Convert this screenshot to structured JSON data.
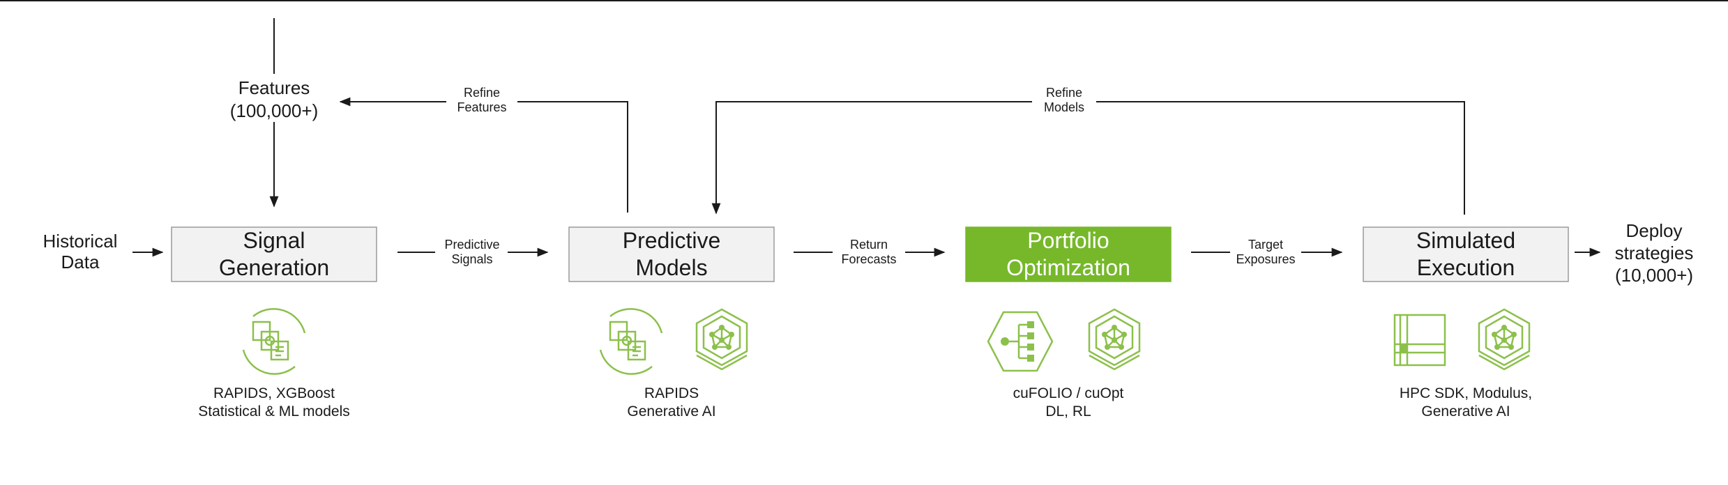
{
  "nodes": {
    "features": {
      "line1": "Features",
      "line2": "(100,000+)"
    },
    "historical": {
      "line1": "Historical",
      "line2": "Data"
    },
    "signal_generation": {
      "line1": "Signal",
      "line2": "Generation"
    },
    "predictive_models": {
      "line1": "Predictive",
      "line2": "Models"
    },
    "portfolio_optimization": {
      "line1": "Portfolio",
      "line2": "Optimization"
    },
    "simulated_execution": {
      "line1": "Simulated",
      "line2": "Execution"
    },
    "deploy": {
      "line1": "Deploy",
      "line2": "strategies",
      "line3": "(10,000+)"
    }
  },
  "edges": {
    "predictive_signals": {
      "line1": "Predictive",
      "line2": "Signals"
    },
    "return_forecasts": {
      "line1": "Return",
      "line2": "Forecasts"
    },
    "target_exposures": {
      "line1": "Target",
      "line2": "Exposures"
    },
    "refine_features": {
      "line1": "Refine",
      "line2": "Features"
    },
    "refine_models": {
      "line1": "Refine",
      "line2": "Models"
    }
  },
  "captions": {
    "signal": {
      "line1": "RAPIDS, XGBoost",
      "line2": "Statistical & ML models"
    },
    "predictive": {
      "line1": "RAPIDS",
      "line2": "Generative AI"
    },
    "portfolio": {
      "line1": "cuFOLIO / cuOpt",
      "line2": "DL, RL"
    },
    "execution": {
      "line1": "HPC SDK, Modulus,",
      "line2": "Generative AI"
    }
  },
  "icons": {
    "signal": [
      "data-processing-icon"
    ],
    "predictive": [
      "data-processing-icon",
      "neural-network-hex-icon"
    ],
    "portfolio": [
      "hierarchy-hex-icon",
      "neural-network-hex-icon"
    ],
    "execution": [
      "grid-table-icon",
      "neural-network-hex-icon"
    ]
  },
  "colors": {
    "accent": "#76b82a",
    "icon": "#8cc04b",
    "box_fill": "#f2f2f2",
    "box_border": "#9a9a9a"
  }
}
